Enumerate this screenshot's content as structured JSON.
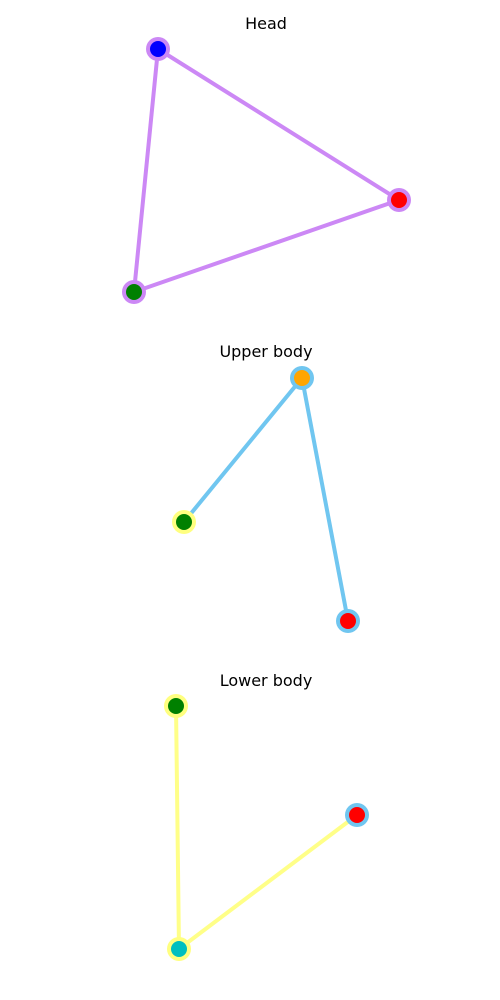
{
  "panels": [
    {
      "title": "Head",
      "edge_color": "#cc88f5",
      "nodes": [
        {
          "id": "head-blue",
          "fill": "#0000ff",
          "ring": "#cc88f5"
        },
        {
          "id": "head-red",
          "fill": "#ff0000",
          "ring": "#cc88f5"
        },
        {
          "id": "head-green",
          "fill": "#008000",
          "ring": "#cc88f5"
        }
      ],
      "edges": [
        [
          "head-blue",
          "head-red"
        ],
        [
          "head-red",
          "head-green"
        ],
        [
          "head-blue",
          "head-green"
        ]
      ]
    },
    {
      "title": "Upper body",
      "edge_color": "#70c6f0",
      "nodes": [
        {
          "id": "upper-orange",
          "fill": "#ffa500",
          "ring": "#70c6f0"
        },
        {
          "id": "upper-green",
          "fill": "#008000",
          "ring": "#ffff80"
        },
        {
          "id": "upper-red",
          "fill": "#ff0000",
          "ring": "#70c6f0"
        }
      ],
      "edges": [
        [
          "upper-orange",
          "upper-green"
        ],
        [
          "upper-orange",
          "upper-red"
        ]
      ]
    },
    {
      "title": "Lower body",
      "edge_color": "#ffff88",
      "nodes": [
        {
          "id": "lower-green",
          "fill": "#008000",
          "ring": "#ffff80"
        },
        {
          "id": "lower-red",
          "fill": "#ff0000",
          "ring": "#70c6f0"
        },
        {
          "id": "lower-cyan",
          "fill": "#00bfbf",
          "ring": "#ffff80"
        }
      ],
      "edges": [
        [
          "lower-green",
          "lower-cyan"
        ],
        [
          "lower-red",
          "lower-cyan"
        ]
      ]
    }
  ]
}
